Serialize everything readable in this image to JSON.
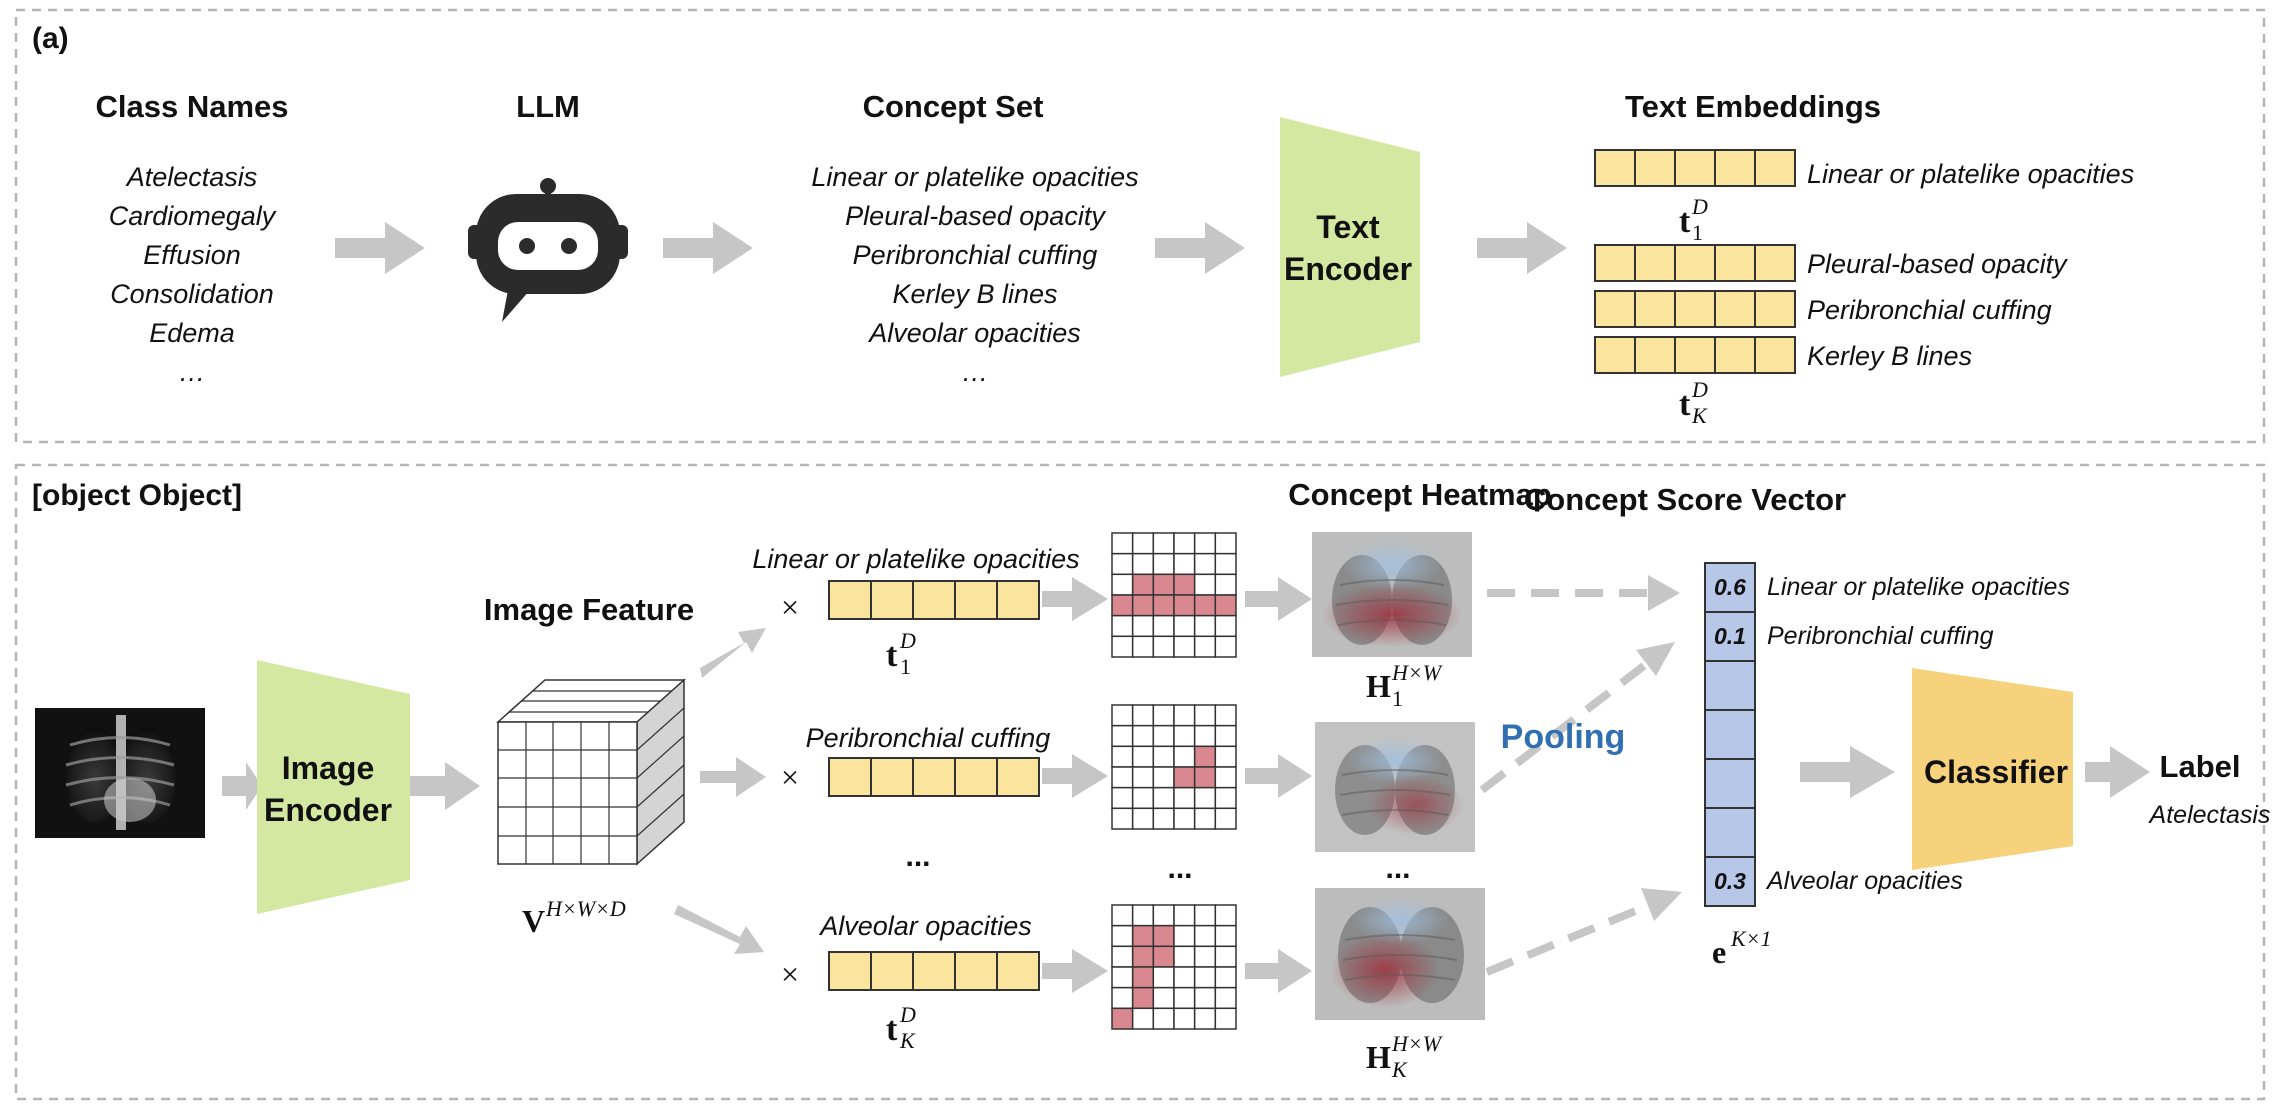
{
  "panel_a": {
    "label": "(a)",
    "class_names": {
      "heading": "Class Names",
      "items": [
        "Atelectasis",
        "Cardiomegaly",
        "Effusion",
        "Consolidation",
        "Edema",
        "…"
      ]
    },
    "llm": {
      "heading": "LLM",
      "icon": "robot-chat-icon"
    },
    "concept_set": {
      "heading": "Concept Set",
      "items": [
        "Linear or platelike opacities",
        "Pleural-based opacity",
        "Peribronchial cuffing",
        "Kerley B lines",
        "Alveolar opacities",
        "…"
      ]
    },
    "text_encoder": {
      "line1": "Text",
      "line2": "Encoder"
    },
    "text_embeddings": {
      "heading": "Text Embeddings",
      "rows": [
        "Linear or platelike opacities",
        "Pleural-based opacity",
        "Peribronchial cuffing",
        "Kerley B lines"
      ],
      "t1": {
        "base": "t",
        "sub": "1",
        "sup": "D"
      },
      "tK": {
        "base": "t",
        "sub": "K",
        "sup": "D"
      }
    }
  },
  "panel_b": {
    "label": {
      "heading": "Label",
      "value": "Atelectasis"
    },
    "image_encoder": {
      "line1": "Image",
      "line2": "Encoder"
    },
    "image_feature": {
      "heading": "Image Feature",
      "V": {
        "base": "V",
        "sup": "H×W×D"
      }
    },
    "branches": [
      {
        "concept": "Linear or platelike opacities",
        "times": "×",
        "t": {
          "base": "t",
          "sub": "1",
          "sup": "D"
        }
      },
      {
        "concept": "Peribronchial cuffing",
        "times": "×",
        "t": null
      },
      {
        "concept": "Alveolar opacities",
        "times": "×",
        "t": {
          "base": "t",
          "sub": "K",
          "sup": "D"
        }
      }
    ],
    "ellipsis": "...",
    "concept_heatmap": {
      "heading": "Concept Heatmap",
      "H1": {
        "base": "H",
        "sub": "1",
        "sup": "H×W"
      },
      "HK": {
        "base": "H",
        "sub": "K",
        "sup": "H×W"
      }
    },
    "pooling": "Pooling",
    "concept_score_vector": {
      "heading": "Concept Score Vector",
      "entries": [
        {
          "value": "0.6",
          "label": "Linear or platelike opacities"
        },
        {
          "value": "0.1",
          "label": "Peribronchial cuffing"
        },
        {
          "value": "",
          "label": ""
        },
        {
          "value": "",
          "label": ""
        },
        {
          "value": "",
          "label": ""
        },
        {
          "value": "",
          "label": ""
        },
        {
          "value": "0.3",
          "label": "Alveolar opacities"
        }
      ],
      "e": {
        "base": "e",
        "sup": "K×1"
      }
    },
    "classifier": "Classifier"
  },
  "colors": {
    "encoder_green": "#d5e8a2",
    "embedding_yellow": "#fbe49d",
    "classifier_orange": "#f7d27d",
    "heat_red": "#d9888f",
    "score_blue": "#b7c7e8",
    "pooling_blue": "#2f6fb2",
    "arrow_gray": "#c6c6c6"
  }
}
